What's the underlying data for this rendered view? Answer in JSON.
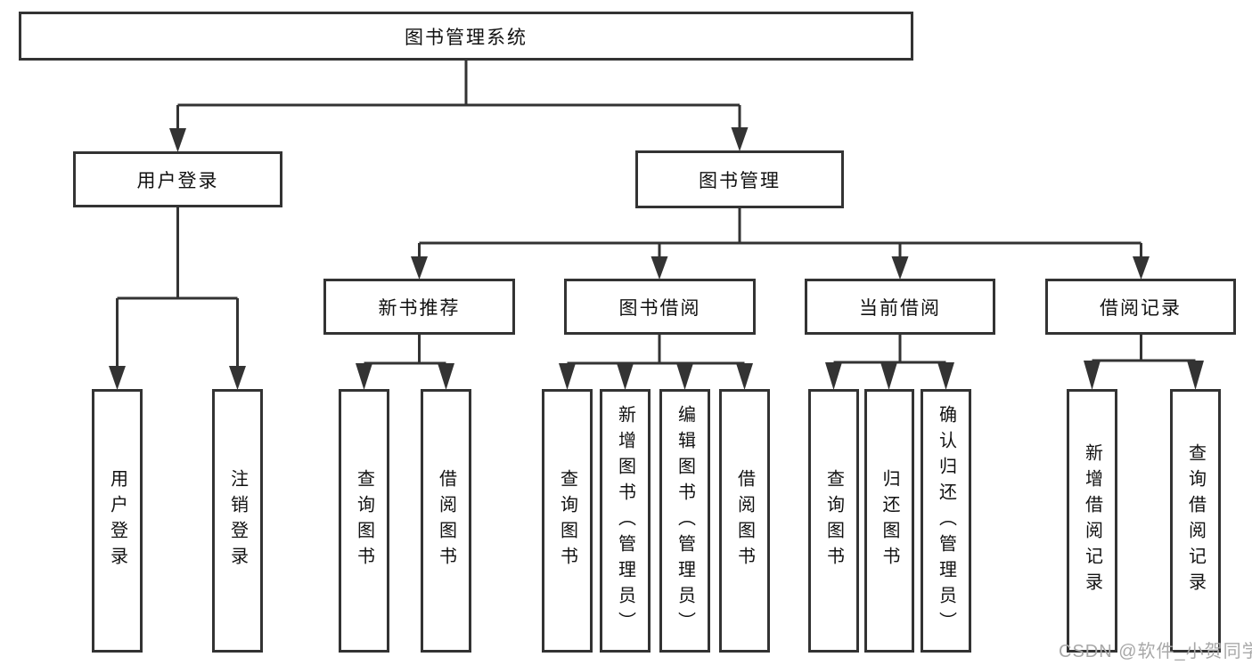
{
  "diagram": {
    "root": {
      "label": "图书管理系统"
    },
    "level2": [
      {
        "label": "用户登录"
      },
      {
        "label": "图书管理"
      }
    ],
    "level3": [
      {
        "label": "新书推荐"
      },
      {
        "label": "图书借阅"
      },
      {
        "label": "当前借阅"
      },
      {
        "label": "借阅记录"
      }
    ],
    "leaves": [
      {
        "label": "用户登录"
      },
      {
        "label": "注销登录"
      },
      {
        "label": "查询图书"
      },
      {
        "label": "借阅图书"
      },
      {
        "label": "查询图书"
      },
      {
        "label": "新增图书（管理员）"
      },
      {
        "label": "编辑图书（管理员）"
      },
      {
        "label": "借阅图书"
      },
      {
        "label": "查询图书"
      },
      {
        "label": "归还图书"
      },
      {
        "label": "确认归还（管理员）"
      },
      {
        "label": "新增借阅记录"
      },
      {
        "label": "查询借阅记录"
      }
    ],
    "watermark": "CSDN @软件_小贺同学",
    "colors": {
      "line": "#333333",
      "box_border": "#333333",
      "text": "#111111",
      "background": "#ffffff",
      "watermark": "#a8a8a8"
    }
  }
}
